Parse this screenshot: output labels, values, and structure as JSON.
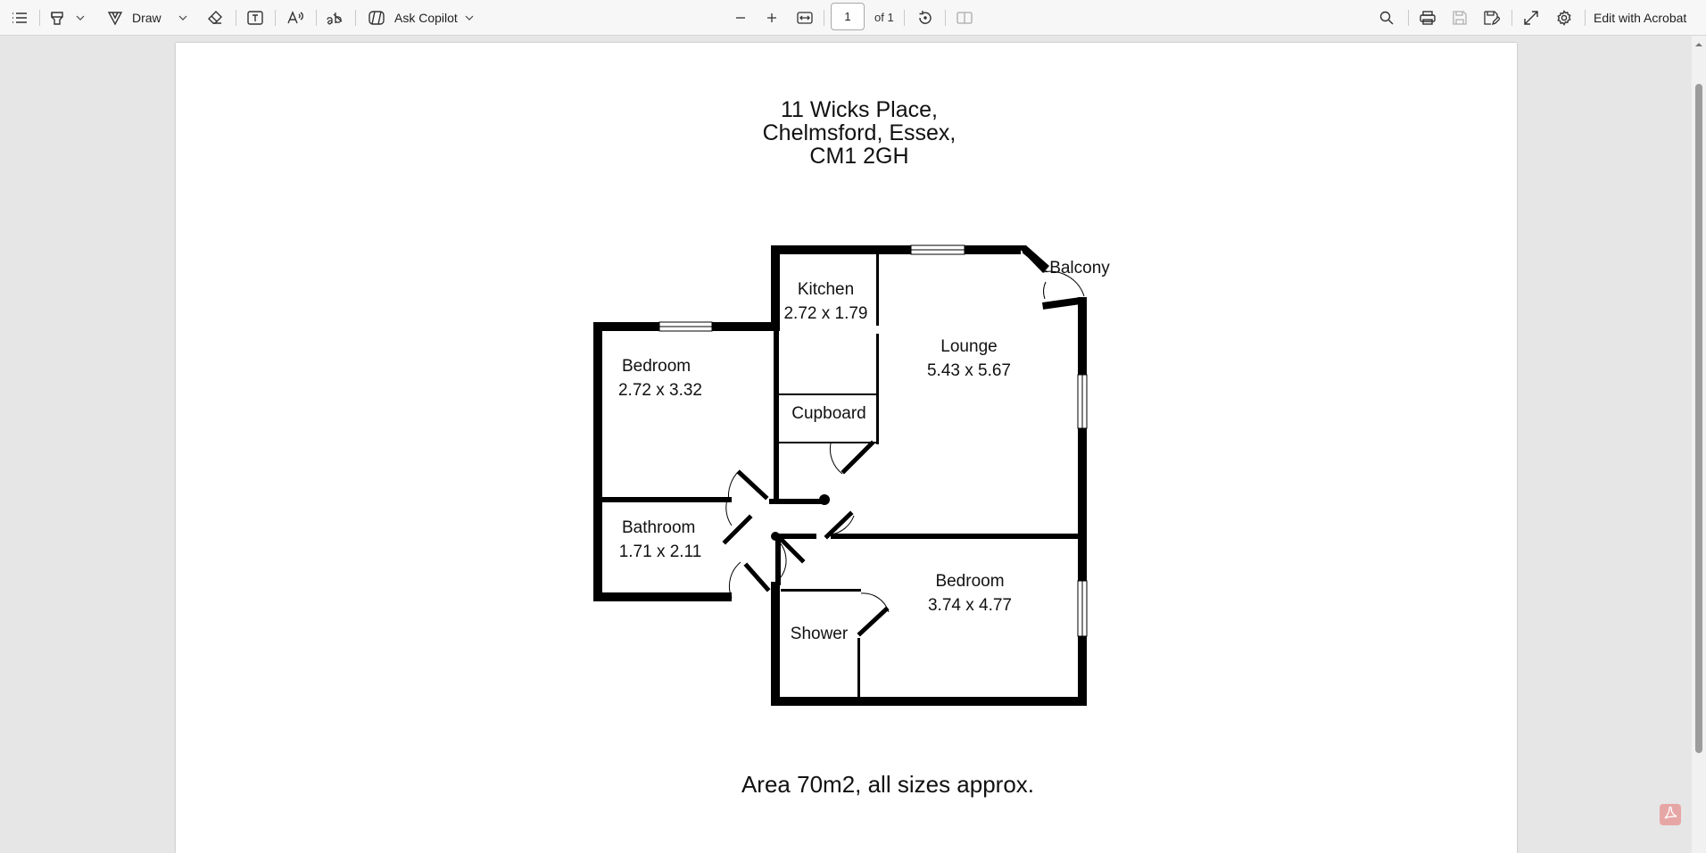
{
  "toolbar": {
    "draw_label": "Draw",
    "copilot_label": "Ask Copilot",
    "page_number": "1",
    "page_total": "of 1",
    "edit_label": "Edit with Acrobat"
  },
  "document": {
    "address_lines": [
      "11 Wicks Place,",
      "Chelmsford, Essex,",
      "CM1 2GH"
    ],
    "rooms": {
      "kitchen": {
        "name": "Kitchen",
        "size": "2.72 x 1.79"
      },
      "lounge": {
        "name": "Lounge",
        "size": "5.43 x 5.67"
      },
      "balcony": {
        "name": "Balcony"
      },
      "bedroom1": {
        "name": "Bedroom",
        "size": "2.72 x 3.32"
      },
      "cupboard": {
        "name": "Cupboard"
      },
      "bathroom": {
        "name": "Bathroom",
        "size": "1.71 x 2.11"
      },
      "bedroom2": {
        "name": "Bedroom",
        "size": "3.74 x 4.77"
      },
      "shower": {
        "name": "Shower"
      }
    },
    "area_note": "Area 70m2, all sizes approx."
  },
  "icons": [
    "list-icon",
    "highlighter-icon",
    "chevron-down-icon",
    "draw-icon",
    "eraser-icon",
    "text-box-icon",
    "read-aloud-icon",
    "translate-icon",
    "copilot-icon",
    "zoom-out-icon",
    "zoom-in-icon",
    "fit-width-icon",
    "rotate-icon",
    "page-view-icon",
    "search-icon",
    "print-icon",
    "save-icon",
    "save-as-icon",
    "fullscreen-icon",
    "gear-icon",
    "acrobat-icon"
  ]
}
